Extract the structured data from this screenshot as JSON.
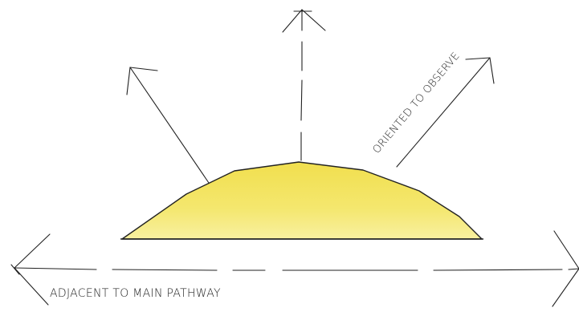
{
  "diagram": {
    "labels": {
      "observe": "ORIENTED TO OBSERVE",
      "pathway": "ADJACENT TO MAIN PATHWAY"
    },
    "colors": {
      "mound_fill_top": "#f3e25a",
      "mound_fill_bottom": "#f7ee8a",
      "ink": "#1f1f1f"
    },
    "icons": {
      "mound": "yellow-dome-shape",
      "arrows": "hand-drawn-arrow"
    }
  }
}
